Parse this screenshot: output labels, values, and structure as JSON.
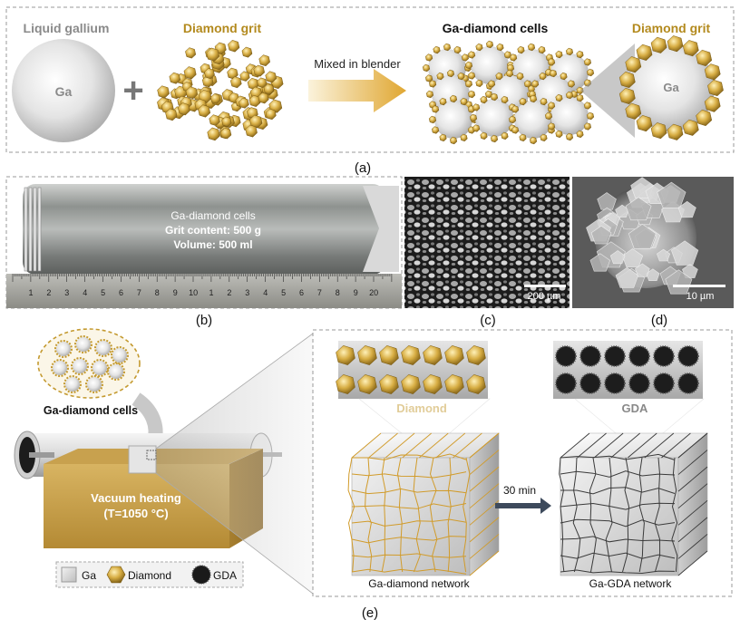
{
  "panel_a": {
    "liquid_gallium_label": "Liquid gallium",
    "ga_label": "Ga",
    "plus_sign": "+",
    "diamond_grit_label": "Diamond grit",
    "arrow_label": "Mixed in blender",
    "cells_label": "Ga-diamond  cells",
    "cell_diamond_grit_label": "Diamond grit",
    "cell_ga_label": "Ga",
    "caption": "(a)"
  },
  "panel_b": {
    "line1": "Ga-diamond cells",
    "line2": "Grit content: 500 g",
    "line3": "Volume: 500 ml",
    "ruler_numbers": [
      "1",
      "2",
      "3",
      "4",
      "5",
      "6",
      "7",
      "8",
      "9",
      "10",
      "1",
      "2",
      "3",
      "4",
      "5",
      "6",
      "7",
      "8",
      "9",
      "20"
    ],
    "caption": "(b)"
  },
  "panel_c": {
    "scale_bar": "200 µm",
    "caption": "(c)"
  },
  "panel_d": {
    "scale_bar": "10 µm",
    "caption": "(d)"
  },
  "panel_e": {
    "cells_label": "Ga-diamond cells",
    "heating_line1": "Vacuum heating",
    "heating_line2": "(T=1050 °C)",
    "legend_ga": "Ga",
    "legend_diamond": "Diamond",
    "legend_gda": "GDA",
    "diamond_label": "Diamond",
    "gda_label": "GDA",
    "time_label": "30 min",
    "network1_label": "Ga-diamond network",
    "network2_label": "Ga-GDA network",
    "caption": "(e)"
  },
  "colors": {
    "gold": "#c49a30",
    "gold_text": "#b38a1e",
    "gray_text": "#8a8a8a",
    "furnace": "#c9a24a",
    "dashed_border": "#999999"
  }
}
